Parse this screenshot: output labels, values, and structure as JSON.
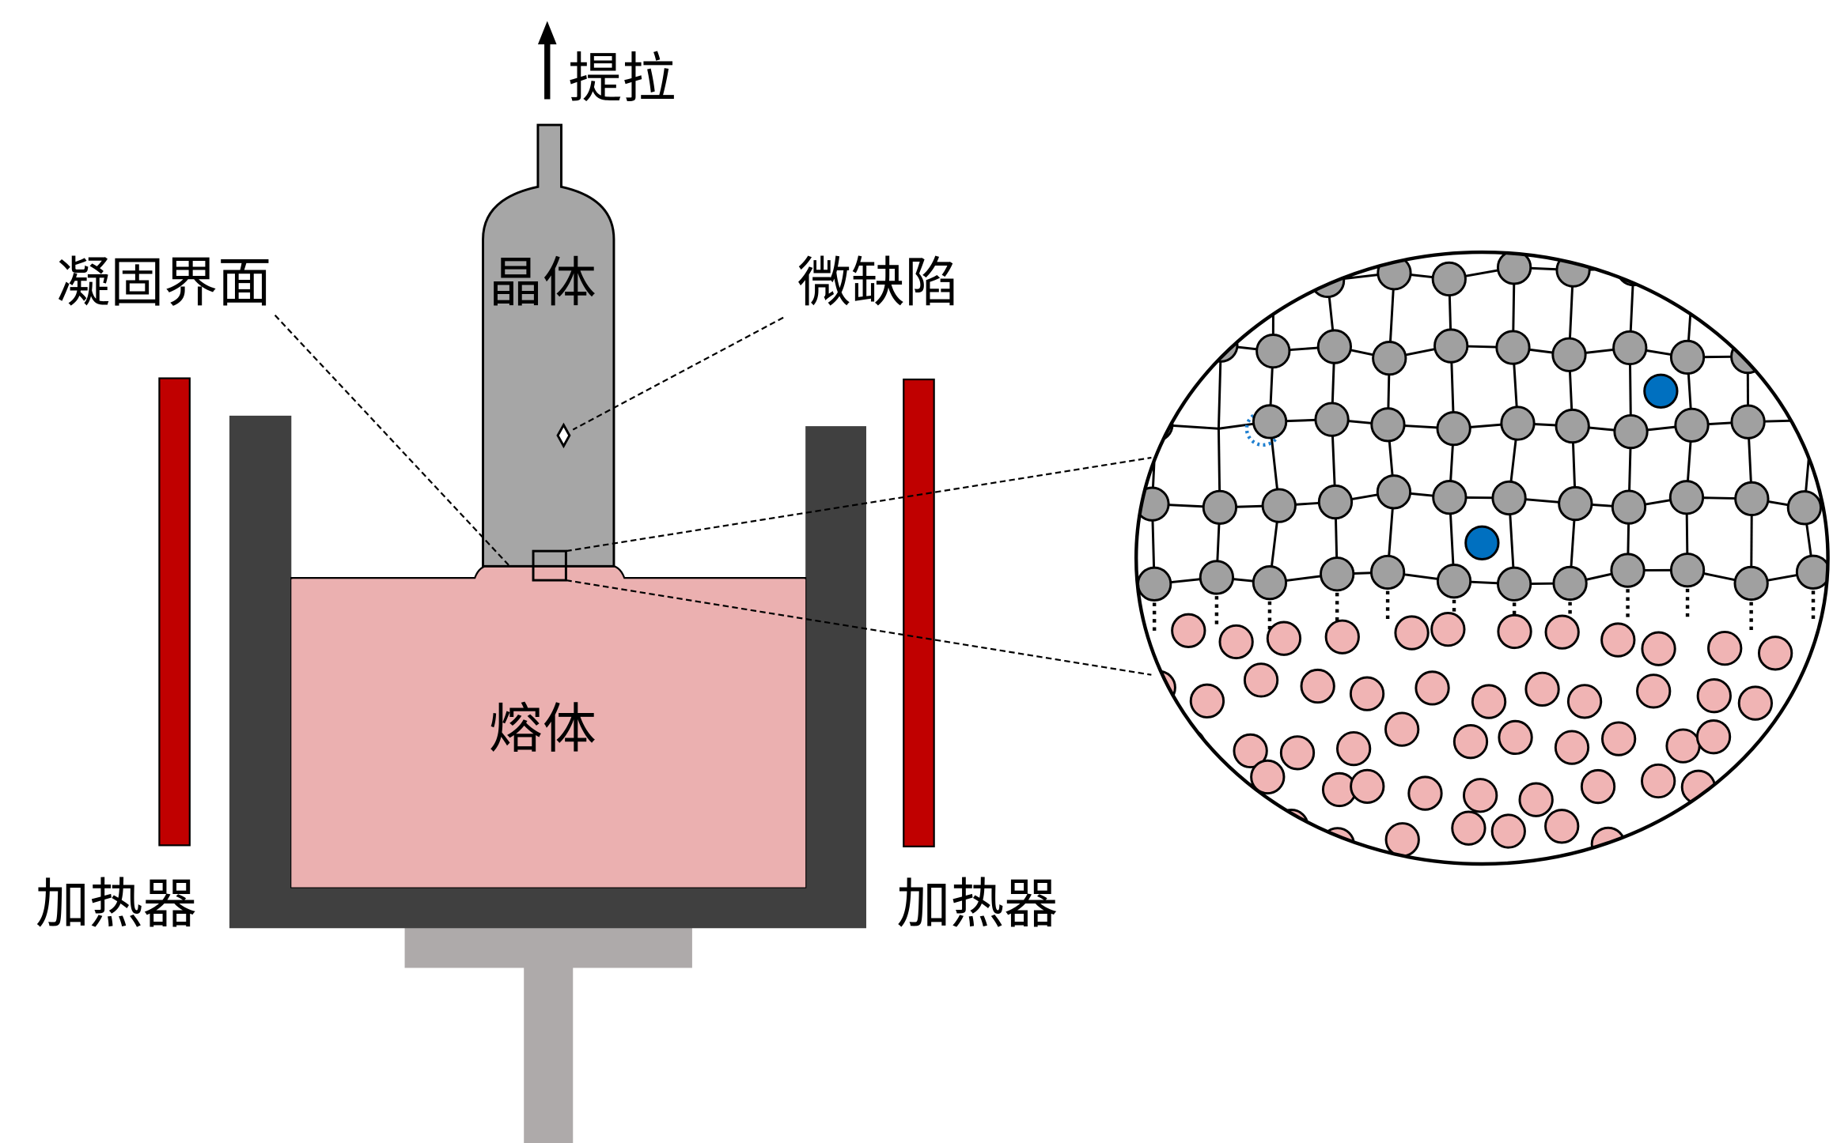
{
  "labels": {
    "pull": "提拉",
    "crystal": "晶体",
    "interface": "凝固界面",
    "defect": "微缺陷",
    "melt": "熔体",
    "heater_left": "加热器",
    "heater_right": "加热器"
  },
  "colors": {
    "heater": "#c00000",
    "crucible": "#404040",
    "melt": "#ebb0b0",
    "crystal": "#a6a6a6",
    "support": "#aeaaaa",
    "atom_crystal": "#a0a0a0",
    "atom_melt": "#f0b4b4",
    "atom_defect": "#0070c0"
  }
}
